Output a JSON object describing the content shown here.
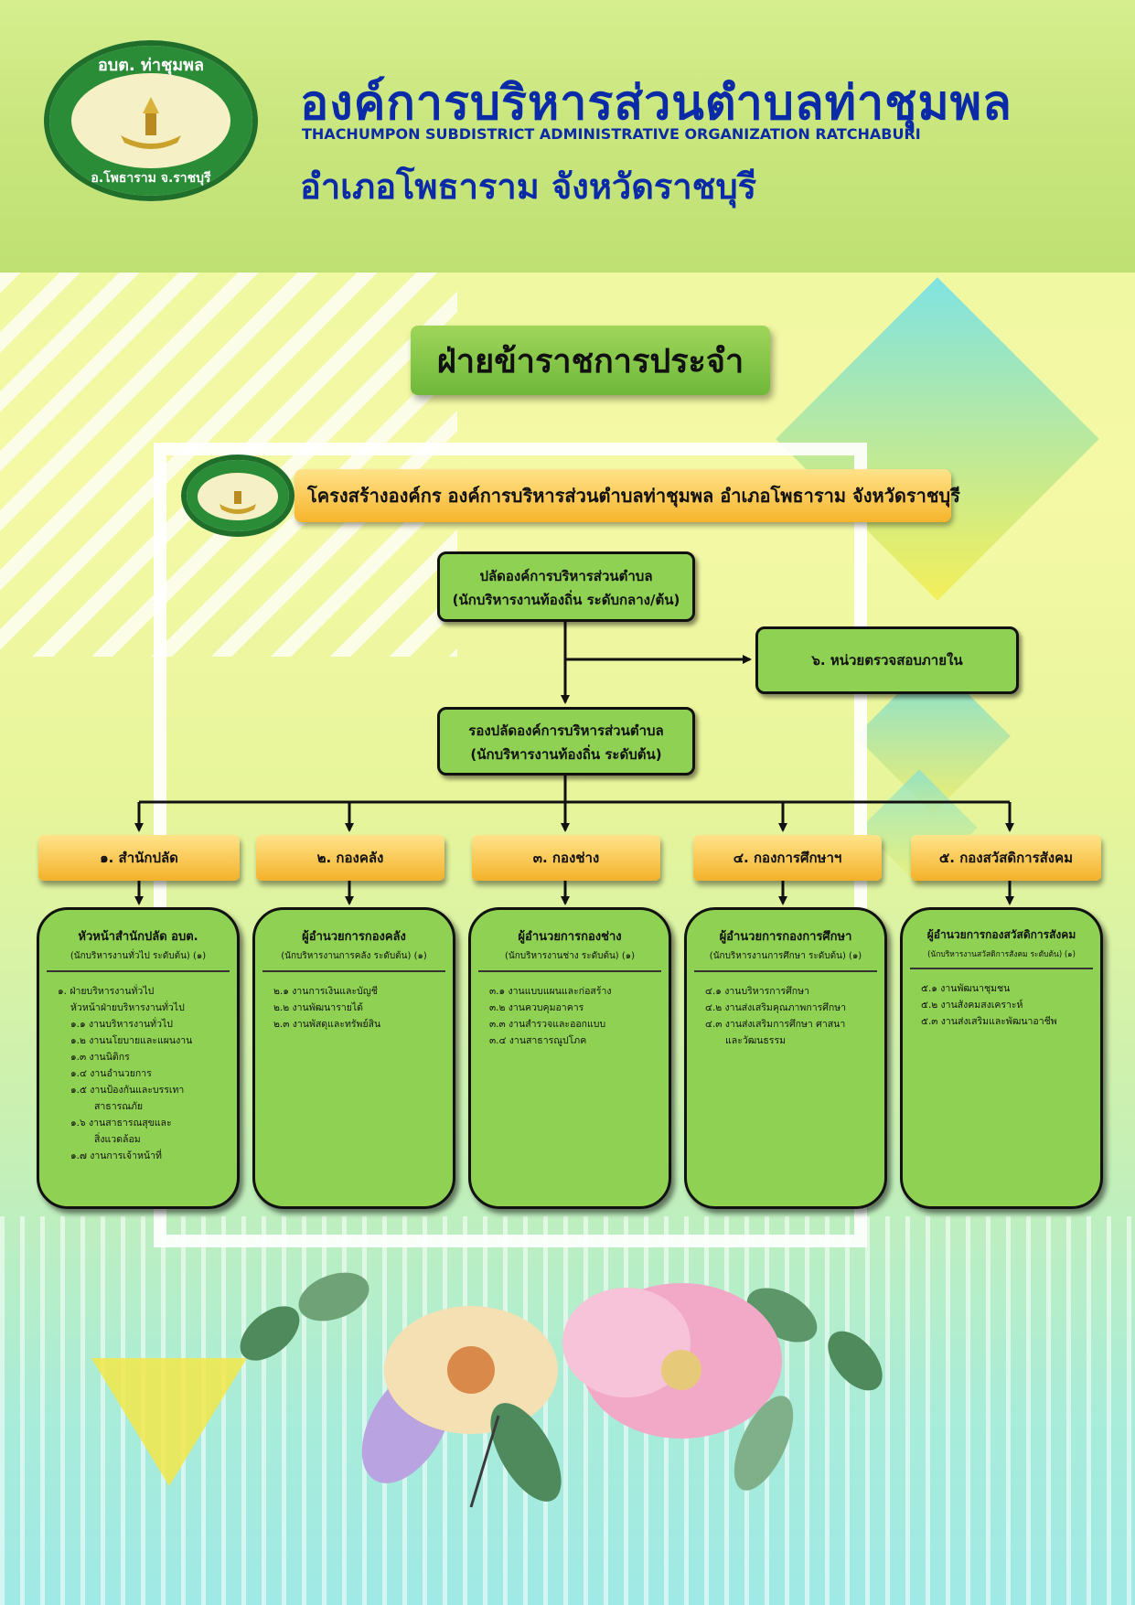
{
  "header": {
    "logo_top": "อบต. ท่าชุมพล",
    "logo_bottom": "อ.โพธาราม จ.ราชบุรี",
    "title_th": "องค์การบริหารส่วนตำบลท่าชุมพล",
    "title_en": "THACHUMPON SUBDISTRICT ADMINISTRATIVE ORGANIZATION RATCHABURI",
    "subtitle_th": "อำเภอโพธาราม จังหวัดราชบุรี"
  },
  "section_title": "ฝ่ายข้าราชการประจำ",
  "banner": "โครงสร้างองค์กร องค์การบริหารส่วนตำบลท่าชุมพล อำเภอโพธาราม จังหวัดราชบุรี",
  "chief": {
    "line1": "ปลัดองค์การบริหารส่วนตำบล",
    "line2": "(นักบริหารงานท้องถิ่น ระดับกลาง/ต้น)"
  },
  "audit": "๖. หน่วยตรวจสอบภายใน",
  "deputy": {
    "line1": "รองปลัดองค์การบริหารส่วนตำบล",
    "line2": "(นักบริหารงานท้องถิ่น ระดับต้น)"
  },
  "departments": [
    {
      "label": "๑. สำนักปลัด",
      "head": "หัวหน้าสำนักปลัด อบต.",
      "sub": "(นักบริหารงานทั่วไป ระดับต้น) (๑)",
      "items": [
        "๑. ฝ่ายบริหารงานทั่วไป",
        "หัวหน้าฝ่ายบริหารงานทั่วไป",
        "๑.๑ งานบริหารงานทั่วไป",
        "๑.๒ งานนโยบายและแผนงาน",
        "๑.๓ งานนิติกร",
        "๑.๔ งานอำนวยการ",
        "๑.๕ งานป้องกันและบรรเทา",
        "สาธารณภัย",
        "๑.๖ งานสาธารณสุขและ",
        "สิ่งแวดล้อม",
        "๑.๗ งานการเจ้าหน้าที่"
      ]
    },
    {
      "label": "๒. กองคลัง",
      "head": "ผู้อำนวยการกองคลัง",
      "sub": "(นักบริหารงานการคลัง ระดับต้น) (๑)",
      "items": [
        "๒.๑ งานการเงินและบัญชี",
        "๒.๒ งานพัฒนารายได้",
        "๒.๓ งานพัสดุและทรัพย์สิน"
      ]
    },
    {
      "label": "๓. กองช่าง",
      "head": "ผู้อำนวยการกองช่าง",
      "sub": "(นักบริหารงานช่าง ระดับต้น) (๑)",
      "items": [
        "๓.๑ งานแบบแผนและก่อสร้าง",
        "๓.๒ งานควบคุมอาคาร",
        "๓.๓ งานสำรวจและออกแบบ",
        "๓.๔ งานสาธารณูปโภค"
      ]
    },
    {
      "label": "๔. กองการศึกษาฯ",
      "head": "ผู้อำนวยการกองการศึกษา",
      "sub": "(นักบริหารงานการศึกษา ระดับต้น) (๑)",
      "items": [
        "๔.๑ งานบริหารการศึกษา",
        "๔.๒ งานส่งเสริมคุณภาพการศึกษา",
        "๔.๓ งานส่งเสริมการศึกษา ศาสนา",
        "และวัฒนธรรม"
      ]
    },
    {
      "label": "๕. กองสวัสดิการสังคม",
      "head": "ผู้อำนวยการกองสวัสดิการสังคม",
      "sub": "(นักบริหารงานสวัสดิการสังคม ระดับต้น) (๑)",
      "items": [
        "๕.๑ งานพัฒนาชุมชน",
        "๕.๒ งานสังคมสงเคราะห์",
        "๕.๓ งานส่งเสริมและพัฒนาอาชีพ"
      ]
    }
  ],
  "colors": {
    "title_blue": "#0b2aa8",
    "box_green": "#8fd152",
    "dept_gold": "#f4b12a"
  }
}
